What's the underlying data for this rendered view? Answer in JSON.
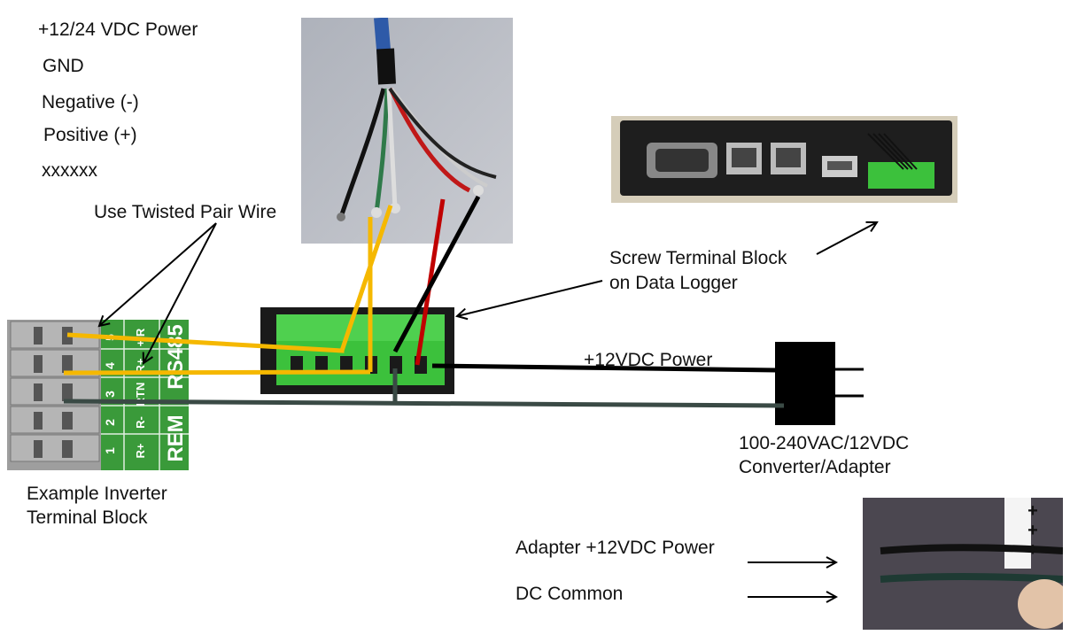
{
  "legend": {
    "power": "+12/24 VDC Power",
    "gnd": "GND",
    "negative": "Negative (-)",
    "positive": "Positive (+)",
    "unused": "xxxxxx"
  },
  "labels": {
    "twisted_pair": "Use Twisted Pair Wire",
    "screw_terminal_line1": "Screw Terminal Block",
    "screw_terminal_line2": "on Data Logger",
    "power_line": "+12VDC Power",
    "adapter_line1": "100-240VAC/12VDC",
    "adapter_line2": "Converter/Adapter",
    "inverter_line1": "Example Inverter",
    "inverter_line2": "Terminal Block",
    "adapter_power": "Adapter +12VDC Power",
    "dc_common": "DC Common"
  },
  "inverter_block": {
    "numbers": [
      "5",
      "4",
      "3",
      "2",
      "1"
    ],
    "row_marks": [
      "+/R",
      "R+",
      "RTN",
      "R-",
      "R+"
    ],
    "side_text": "RS485",
    "side_text2": "REM"
  },
  "adapter_photo": {
    "marks": [
      "+",
      "+",
      "+"
    ]
  },
  "colors": {
    "twisted_pair_wire": "#f5b800",
    "power_wire": "#000000",
    "common_wire": "#3a4a45",
    "red_wire": "#c00000",
    "terminal_green": "#3cc13c",
    "inverter_gray": "#9a9a9a",
    "inverter_green": "#3a9a3a"
  }
}
